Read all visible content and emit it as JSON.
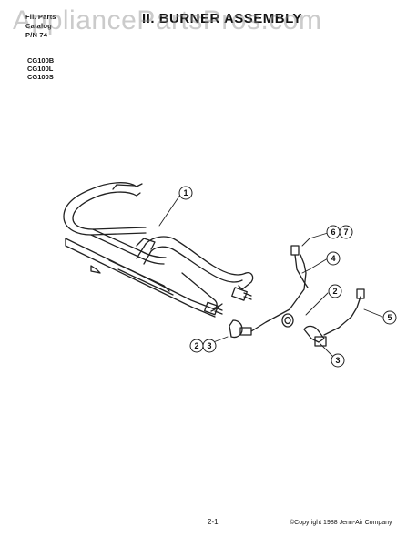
{
  "header": {
    "line1": "Fil. Parts",
    "line2": "Catalog",
    "line3": "P/N 74",
    "title": "II. BURNER ASSEMBLY"
  },
  "watermark": "AppliancePartsPros.com",
  "models": [
    "CG100B",
    "CG100L",
    "CG100S"
  ],
  "callouts": {
    "c1": "1",
    "c2a": "2",
    "c3a": "3",
    "c6": "6",
    "c7": "7",
    "c4": "4",
    "c2b": "2",
    "c5": "5",
    "c3b": "3"
  },
  "footer": {
    "page": "2-1",
    "copyright": "©Copyright 1988 Jenn-Air Company"
  }
}
